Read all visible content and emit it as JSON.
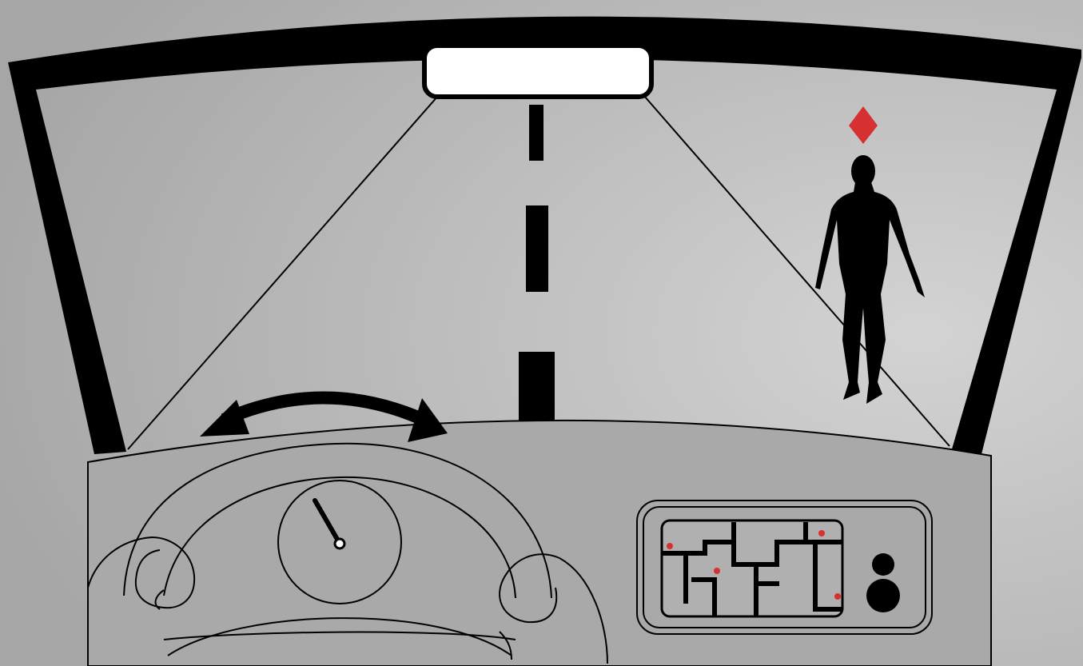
{
  "scene": {
    "view": "driver-cockpit-windshield",
    "text_labels": []
  },
  "colors": {
    "background_light": "#d2d1d1",
    "background_dark": "#a8a8a8",
    "ink": "#000000",
    "mirror_fill": "#ffffff",
    "marker_red": "#d63031"
  },
  "elements": {
    "windshield_frame": "windshield-frame",
    "rearview_mirror": "rearview-mirror",
    "road_center_dashes": 3,
    "pedestrian": "pedestrian-silhouette",
    "hazard_marker": "red-diamond",
    "steering_wheel": "steering-wheel",
    "steering_arrow": "double-headed-curved-arrow",
    "speedometer": "gauge-with-needle",
    "navigation_display": "maze-map-with-red-pins",
    "nav_map_pins": 4,
    "nav_buttons": 2
  }
}
